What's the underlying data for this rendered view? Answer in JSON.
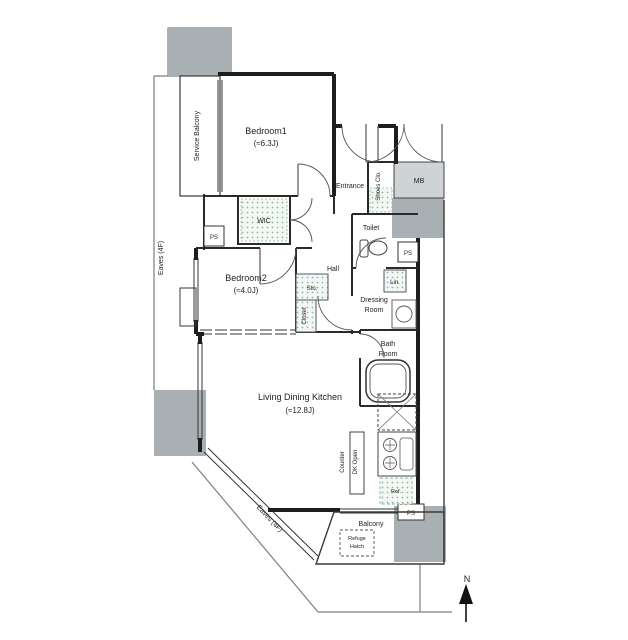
{
  "plan": {
    "labels": {
      "service_balcony": "Service Balcony",
      "bedroom1": "Bedroom1",
      "bedroom1_size": "(≈6.3J)",
      "entrance": "Entrance",
      "shoes_clo": "Shoes Clo.",
      "mb": "MB",
      "wic": "WIC",
      "ps": "PS",
      "toilet": "Toilet",
      "eaves": "Eaves (4F)",
      "bedroom2": "Bedroom2",
      "bedroom2_size": "(≈4.0J)",
      "hall": "Hall",
      "sto": "Sto.",
      "lin": "Lin.",
      "dressing_line1": "Dressing",
      "dressing_line2": "Room",
      "closet": "Closet",
      "bath_line1": "Bath",
      "bath_line2": "Room",
      "ldk": "Living Dining Kitchen",
      "ldk_size": "(≈12.8J)",
      "counter": "Counter",
      "dk_open": "DK Open",
      "balcony": "Balcony",
      "refuge_line1": "Refuge",
      "refuge_line2": "Hatch",
      "ref": "Ref.",
      "north": "N"
    },
    "colors": {
      "wall": "#1d1d1d",
      "thin_line": "#3a3a3a",
      "eaves_line": "#7a7f82",
      "gray_block": "#a9b0b3",
      "mb_fill": "#ced3d5",
      "storage_dot": "#8db79a"
    }
  }
}
